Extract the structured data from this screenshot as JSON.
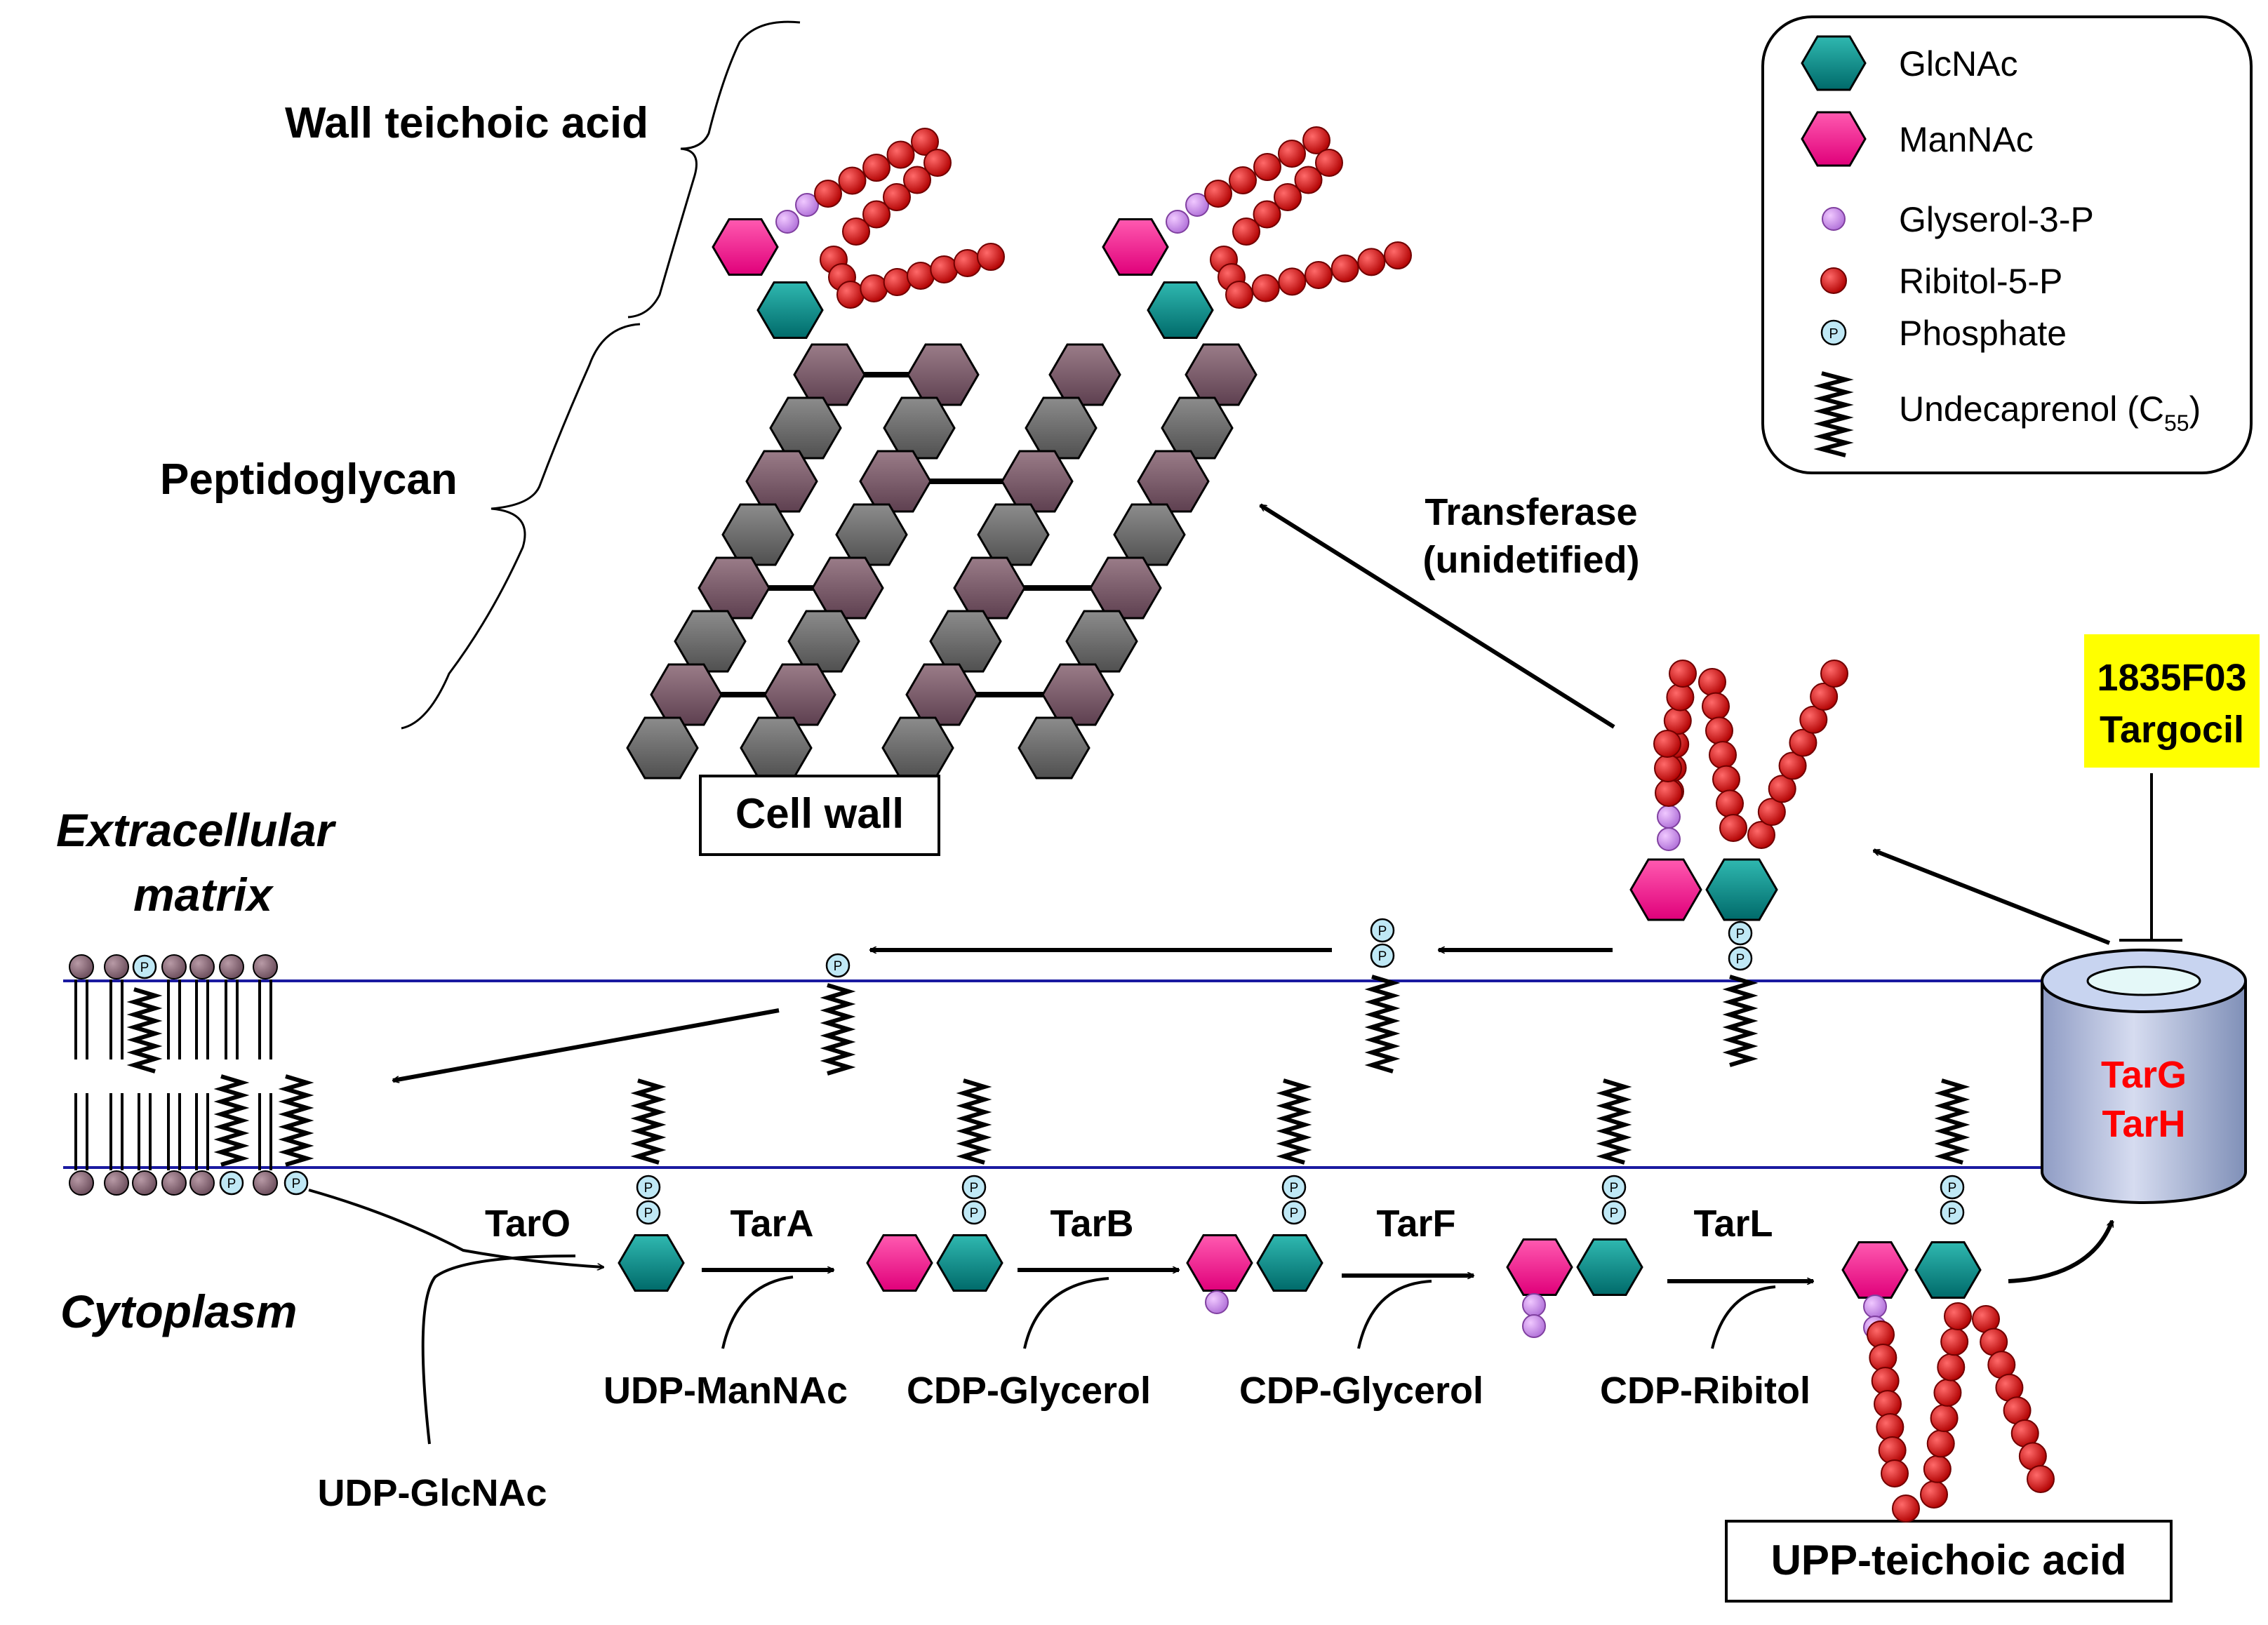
{
  "labels": {
    "wall_teichoic_acid": "Wall teichoic acid",
    "peptidoglycan": "Peptidoglycan",
    "cell_wall": "Cell wall",
    "extracellular_1": "Extracellular",
    "extracellular_2": "matrix",
    "cytoplasm": "Cytoplasm",
    "transferase_1": "Transferase",
    "transferase_2": "(unidetified)",
    "inhibitor_1": "1835F03",
    "inhibitor_2": "Targocil",
    "transporter_1": "TarG",
    "transporter_2": "TarH",
    "upp_teichoic_acid": "UPP-teichoic acid"
  },
  "enzymes": [
    "TarO",
    "TarA",
    "TarB",
    "TarF",
    "TarL"
  ],
  "substrates": [
    "UDP-GlcNAc",
    "UDP-ManNAc",
    "CDP-Glycerol",
    "CDP-Glycerol",
    "CDP-Ribitol"
  ],
  "legend": {
    "items": [
      {
        "label": "GlcNAc",
        "icon": "glcnac-hexagon"
      },
      {
        "label": "ManNAc",
        "icon": "mannac-hexagon"
      },
      {
        "label": "Glyserol-3-P",
        "icon": "glycerol-dot"
      },
      {
        "label": "Ribitol-5-P",
        "icon": "ribitol-dot"
      },
      {
        "label": "Phosphate",
        "icon": "phosphate-circle"
      }
    ],
    "undecaprenol": "Undecaprenol (C",
    "undecaprenol_sub": "55",
    "undecaprenol_close": ")"
  },
  "phosphate_symbol": "P",
  "colors": {
    "glcnac": "#008b8b",
    "mannac": "#ff1493",
    "glycerol": "#d48ff0",
    "ribitol": "#e00000",
    "phosphate": "#bfe8f5",
    "peptidoglycan_mauve": "#7a5a68",
    "peptidoglycan_gray": "#6a6a6a",
    "membrane_line": "#1a1aa0",
    "inhibitor_bg": "#ffff00",
    "transporter_text": "#ff0000",
    "transporter_body": "#b8c4e0"
  }
}
